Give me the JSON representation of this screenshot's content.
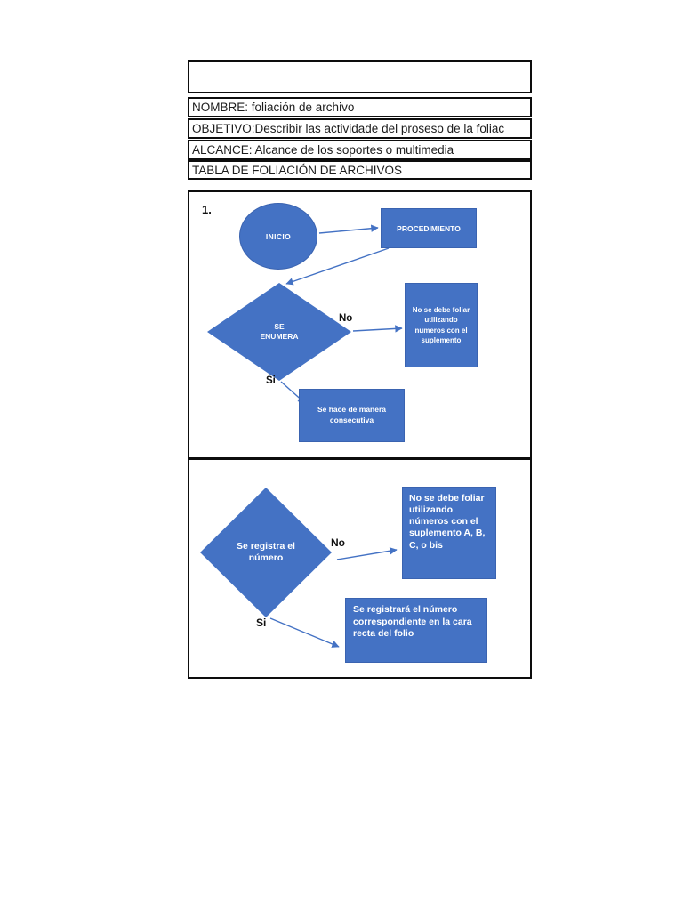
{
  "header": {
    "rows": [
      "",
      "NOMBRE: foliación de archivo",
      "OBJETIVO:Describir las actividade del proseso de la foliac",
      "ALCANCE: Alcance de los soportes o multimedia",
      "TABLA DE FOLIACIÓN DE ARCHIVOS"
    ]
  },
  "colors": {
    "shape_fill": "#4472C4",
    "shape_text": "#ffffff",
    "arrow": "#4472C4",
    "box_border": "#0d0d0d"
  },
  "flowchart1": {
    "step_number": "1.",
    "start_label": "INICIO",
    "process_label": "PROCEDIMIENTO",
    "decision_label": "SE ENUMERA",
    "no_label": "No",
    "si_label": "Si",
    "no_box_text": "No se debe foliar utilizando numeros con el suplemento",
    "si_box_text": "Se hace de manera consecutiva"
  },
  "flowchart2": {
    "decision_label": "Se registra el número",
    "no_label": "No",
    "si_label": "Si",
    "no_box_text": "No se debe foliar utilizando números con el suplemento A, B, C, o bis",
    "si_box_text": "Se registrará el número correspondiente en la cara recta del folio"
  }
}
